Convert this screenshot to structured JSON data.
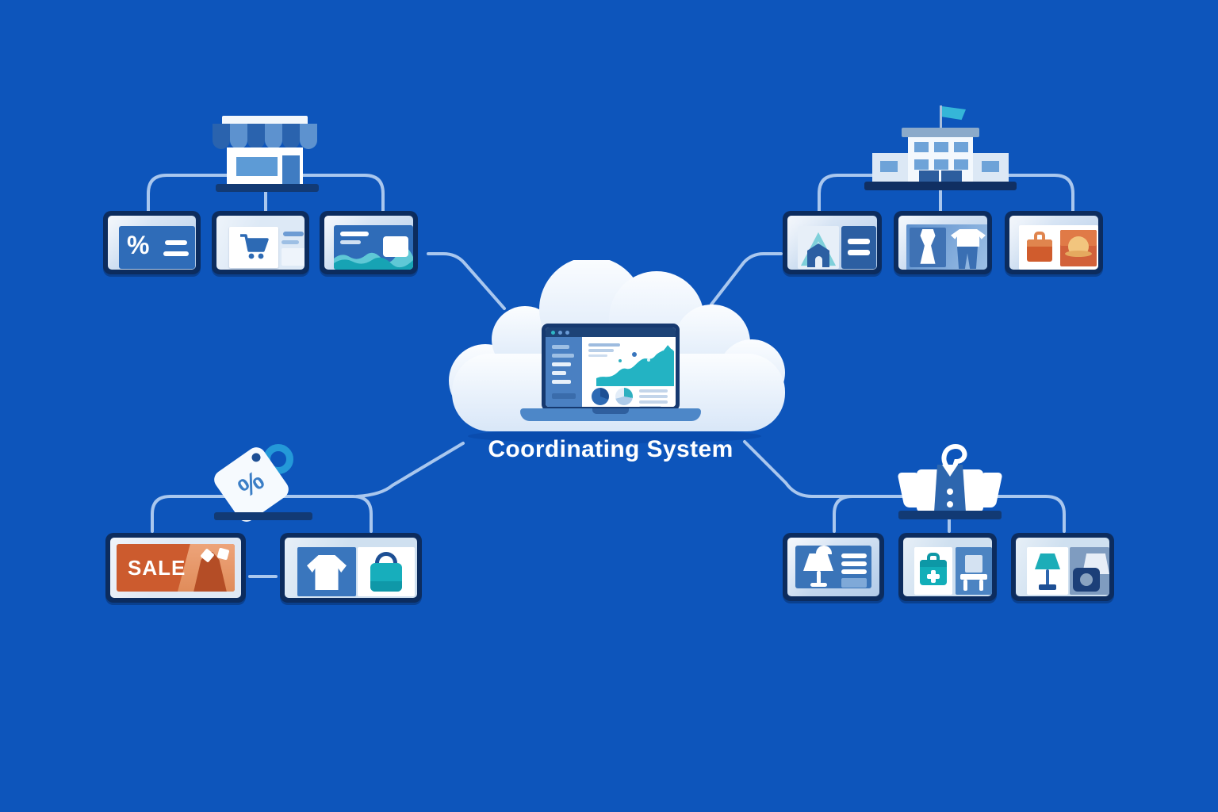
{
  "center": {
    "label": "Coordinating System",
    "device": "laptop-dashboard-in-cloud"
  },
  "clusters": {
    "top_left": {
      "hub": "storefront-icon",
      "percent_symbol": "%",
      "cards": [
        "discount-promo-card",
        "shopping-cart-card",
        "web-banner-chart-card"
      ]
    },
    "top_right": {
      "hub": "school-building-icon",
      "cards": [
        "listing-photo-card",
        "clothing-photo-card",
        "travel-products-card"
      ]
    },
    "bottom_left": {
      "hub": "price-tag-icon",
      "percent_symbol": "%",
      "sale_label": "SALE",
      "cards": [
        "sale-banner-card",
        "apparel-products-card"
      ]
    },
    "bottom_right": {
      "hub": "shirt-on-hanger-icon",
      "cards": [
        "lamp-listing-card",
        "home-goods-card",
        "decor-camera-card"
      ]
    }
  },
  "colors": {
    "background": "#0d55bb",
    "connector": "#a9c7ee",
    "card_frame": "#0c2c5e",
    "card_inner_light": "#c6d9ef",
    "accent_blue": "#2f6cb8",
    "light_blue": "#7fb0de",
    "teal": "#1fb0bc",
    "orange": "#d2602f",
    "navy_platform": "#123a74",
    "cloud": "#edf3fb",
    "flag_teal": "#35b6d8",
    "tag_loop_blue": "#2499d8",
    "text_white": "#ffffff"
  }
}
